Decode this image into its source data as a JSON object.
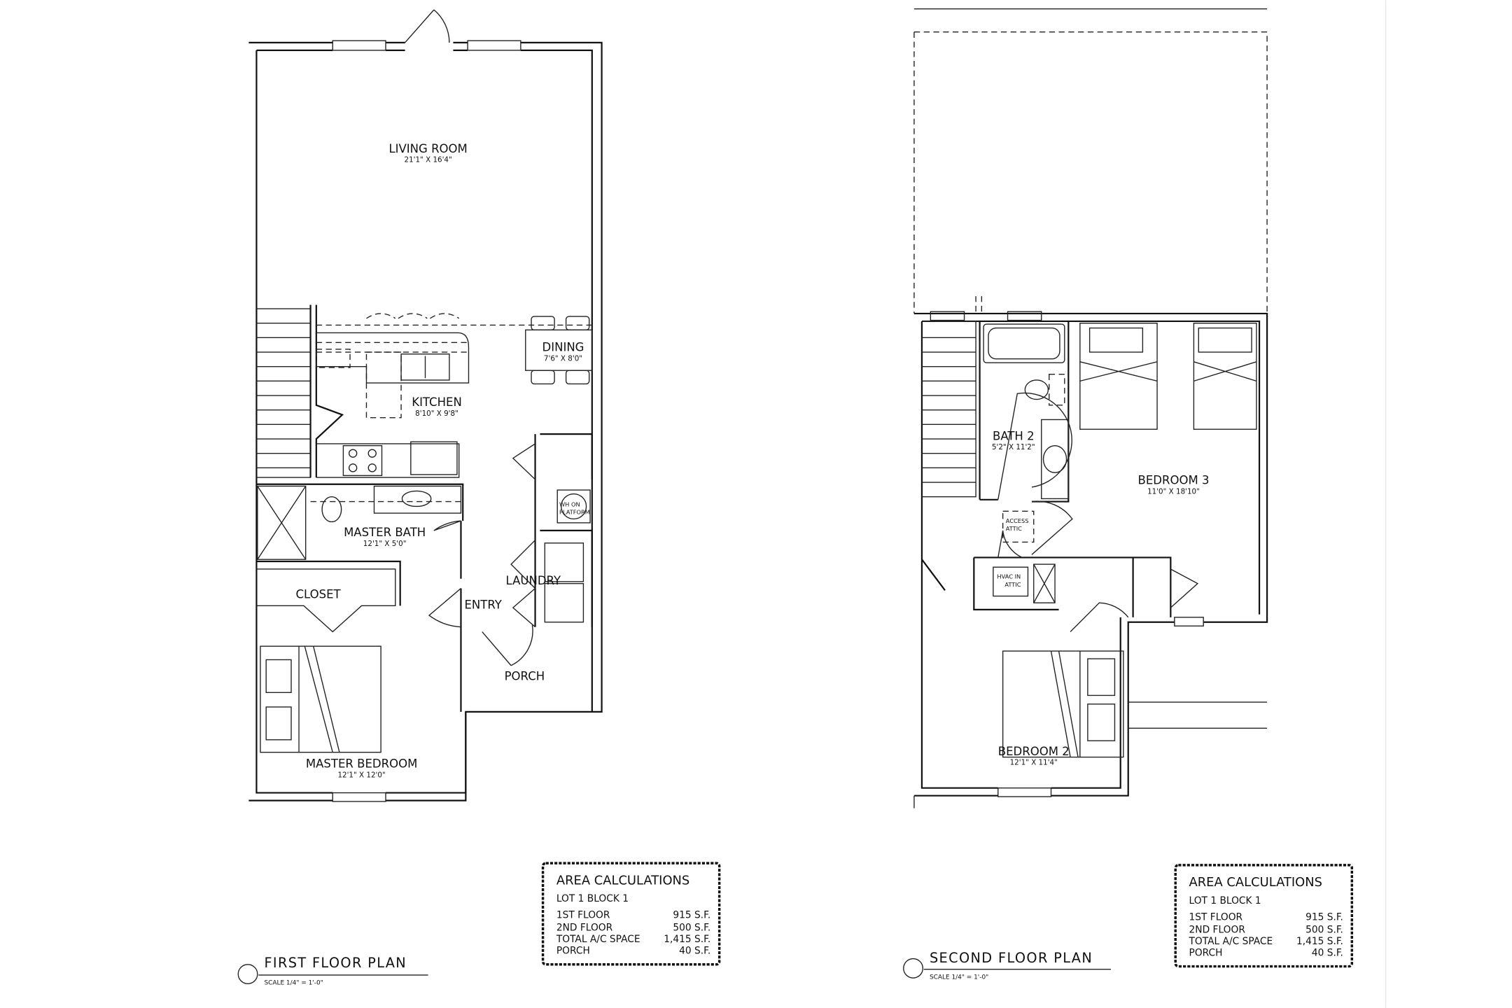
{
  "first_floor": {
    "title": "FIRST FLOOR PLAN",
    "scale": "SCALE 1/4\" = 1'-0\"",
    "rooms": [
      {
        "name": "LIVING ROOM",
        "size": "21'1\" X 16'4\""
      },
      {
        "name": "DINING",
        "size": "7'6\" X 8'0\""
      },
      {
        "name": "KITCHEN",
        "size": "8'10\" X 9'8\""
      },
      {
        "name": "MASTER BATH",
        "size": "12'1\" X 5'0\""
      },
      {
        "name": "CLOSET"
      },
      {
        "name": "ENTRY"
      },
      {
        "name": "LAUNDRY"
      },
      {
        "name": "PORCH"
      },
      {
        "name": "MASTER BEDROOM",
        "size": "12'1\" X 12'0\""
      }
    ],
    "notes": [
      "WH ON",
      "PLATFORM"
    ]
  },
  "second_floor": {
    "title": "SECOND FLOOR PLAN",
    "scale": "SCALE 1/4\" = 1'-0\"",
    "rooms": [
      {
        "name": "BATH 2",
        "size": "5'2\" X 11'2\""
      },
      {
        "name": "BEDROOM 3",
        "size": "11'0\" X 18'10\""
      },
      {
        "name": "BEDROOM 2",
        "size": "12'1\" X 11'4\""
      }
    ],
    "notes": [
      "ACCESS",
      "ATTIC",
      "HVAC IN",
      "ATTIC"
    ]
  },
  "area_calculations": {
    "heading": "AREA CALCULATIONS",
    "lot": "LOT 1 BLOCK 1",
    "rows": [
      {
        "label": "1ST FLOOR",
        "value": "915 S.F."
      },
      {
        "label": "2ND FLOOR",
        "value": "500 S.F."
      },
      {
        "label": "TOTAL A/C SPACE",
        "value": "1,415 S.F."
      },
      {
        "label": "PORCH",
        "value": "40 S.F."
      }
    ]
  }
}
